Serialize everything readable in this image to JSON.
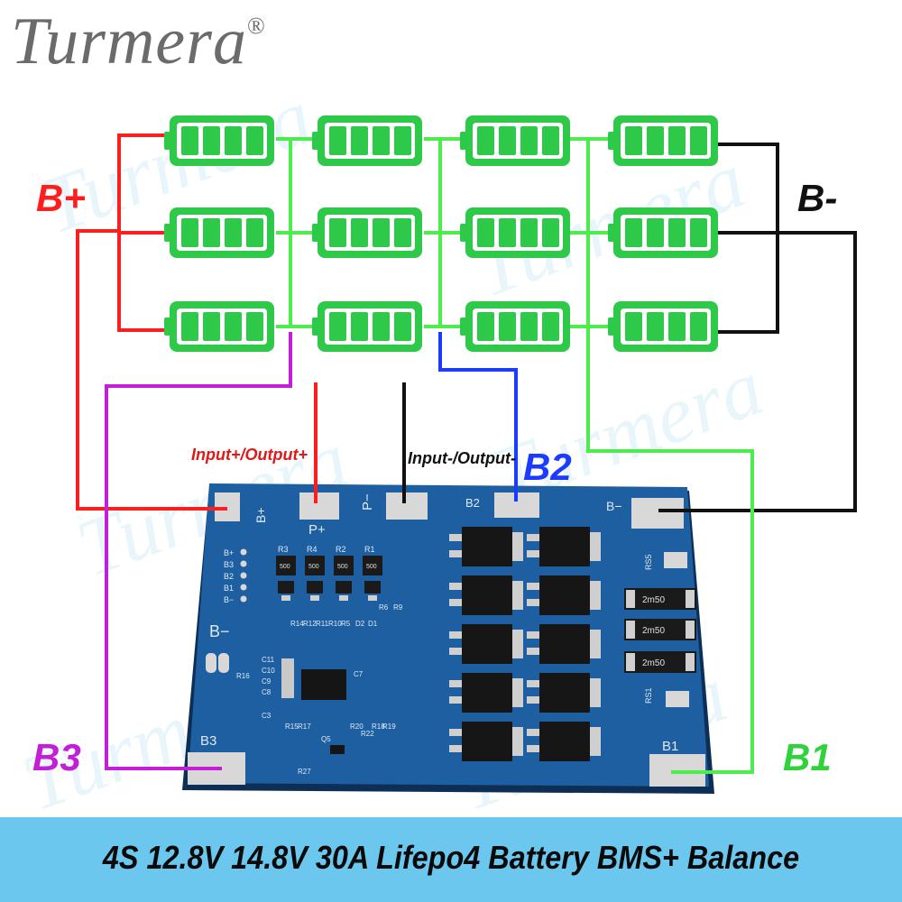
{
  "brand": {
    "name": "Turmera",
    "mark": "®"
  },
  "labels": {
    "b_plus": "B+",
    "b_minus": "B-",
    "b1": "B1",
    "b2": "B2",
    "b3": "B3",
    "input_pos": "Input+/Output+",
    "input_neg": "Input-/Output-"
  },
  "board": {
    "pads": {
      "b_plus": "B+",
      "p_plus": "P+",
      "p_minus": "P−",
      "b2": "B2",
      "b_minus": "B−",
      "b3": "B3",
      "b1": "B1"
    },
    "side_labels": [
      "B+",
      "B3",
      "B2",
      "B1",
      "B−"
    ],
    "b_minus_label": "B−",
    "resistor_labels": [
      "R3",
      "R4",
      "R2",
      "R1"
    ],
    "resistor_values": [
      "500",
      "500",
      "500",
      "500"
    ],
    "shunt_labels": [
      "RS5",
      "RS1"
    ],
    "shunt_values": [
      "2m50",
      "2m50",
      "2m50"
    ],
    "small_labels": [
      "R14",
      "R12",
      "R11",
      "R10",
      "R5",
      "D2",
      "D1",
      "C11",
      "C10",
      "C9",
      "C8",
      "C3",
      "C7",
      "R16",
      "R15",
      "R17",
      "R20",
      "R22",
      "R18",
      "R19",
      "Q5",
      "R27",
      "R6",
      "R9"
    ]
  },
  "colors": {
    "red": "#ff1e1e",
    "black": "#111111",
    "green": "#4cec4c",
    "blue": "#1b3cff",
    "purple": "#c31ed8",
    "battery": "#2fc94a",
    "pcb": "#1d5fa0",
    "footer": "#6cc7ef"
  },
  "footer": {
    "text": "4S 12.8V 14.8V 30A Lifepo4 Battery BMS+ Balance"
  }
}
